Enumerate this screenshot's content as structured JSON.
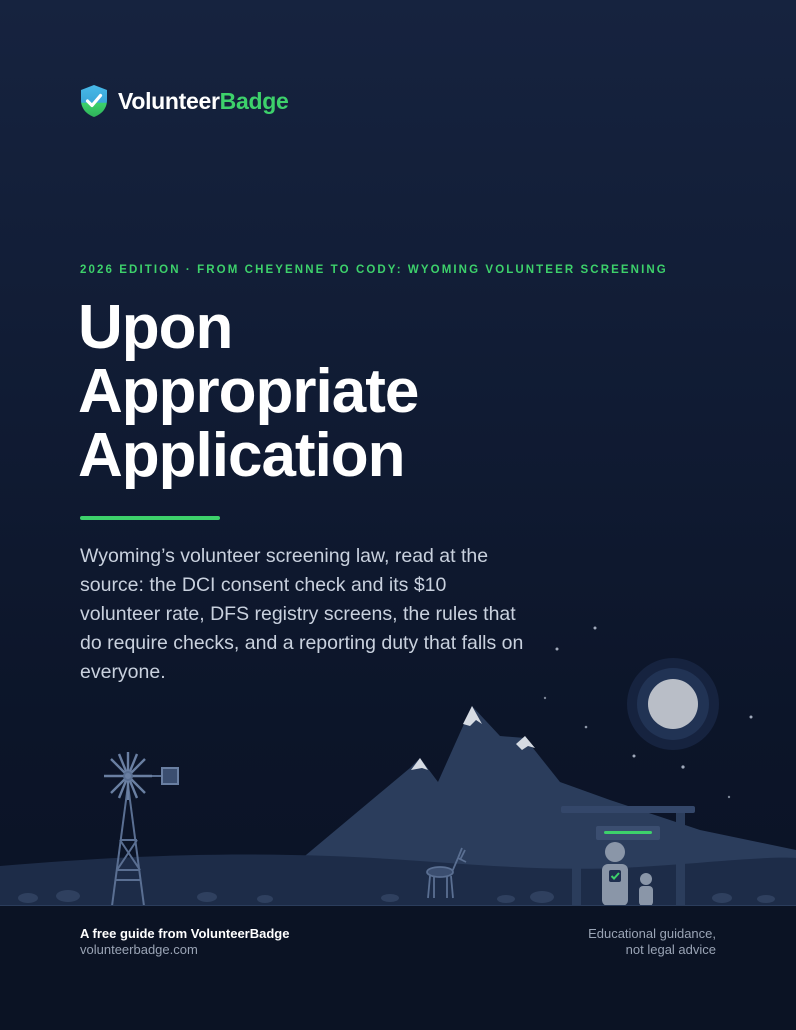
{
  "brand": {
    "name_part1": "Volunteer",
    "name_part2": "Badge",
    "icon": "shield-check-icon",
    "accent_color": "#3dd16b"
  },
  "cover": {
    "eyebrow": "2026 EDITION · FROM CHEYENNE TO CODY: WYOMING VOLUNTEER SCREENING",
    "title_lines": [
      "Upon",
      "Appropriate",
      "Application"
    ],
    "subtitle": "Wyoming’s volunteer screening law, read at the source: the DCI consent check and its $10 volunteer rate, DFS registry screens, the rules that do require checks, and a reporting duty that falls on everyone."
  },
  "footer": {
    "left_line1": "A free guide from VolunteerBadge",
    "left_line2": "volunteerbadge.com",
    "right_line1": "Educational guidance,",
    "right_line2": "not legal advice"
  }
}
